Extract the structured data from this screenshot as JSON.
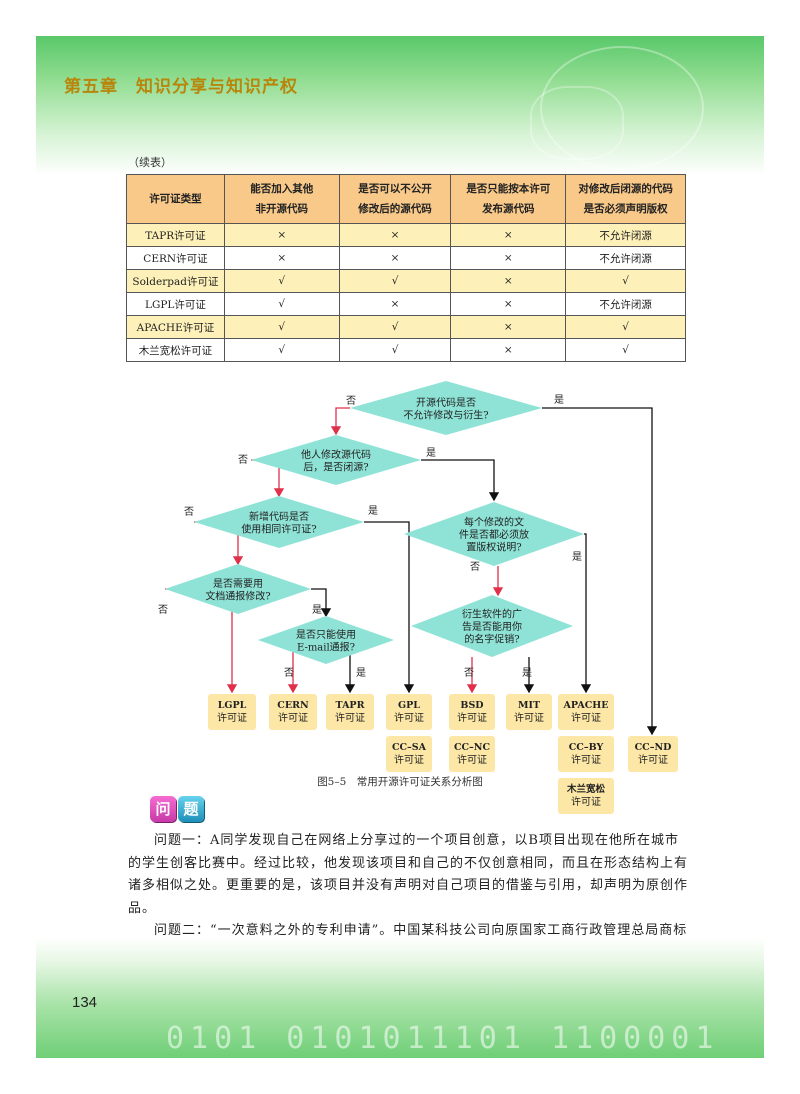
{
  "header": {
    "chapter_title": "第五章　知识分享与知识产权"
  },
  "continuation_label": "（续表）",
  "table": {
    "headers": [
      "许可证类型",
      "能否加入其他\n非开源代码",
      "是否可以不公开\n修改后的源代码",
      "是否只能按本许可\n发布源代码",
      "对修改后闭源的代码\n是否必须声明版权"
    ],
    "rows": [
      [
        "TAPR许可证",
        "×",
        "×",
        "×",
        "不允许闭源"
      ],
      [
        "CERN许可证",
        "×",
        "×",
        "×",
        "不允许闭源"
      ],
      [
        "Solderpad许可证",
        "√",
        "√",
        "×",
        "√"
      ],
      [
        "LGPL许可证",
        "√",
        "×",
        "×",
        "不允许闭源"
      ],
      [
        "APACHE许可证",
        "√",
        "√",
        "×",
        "√"
      ],
      [
        "木兰宽松许可证",
        "√",
        "√",
        "×",
        "√"
      ]
    ]
  },
  "flowchart": {
    "decisions": {
      "d1": [
        "开源代码是否",
        "不允许修改与衍生?"
      ],
      "d2": [
        "他人修改源代码",
        "后，是否闭源?"
      ],
      "d3": [
        "新增代码是否",
        "使用相同许可证?"
      ],
      "d4": [
        "每个修改的文",
        "件是否都必须放",
        "置版权说明?"
      ],
      "d5": [
        "是否需要用",
        "文档通报修改?"
      ],
      "d6": [
        "是否只能使用",
        "E-mail通报?"
      ],
      "d7": [
        "衍生软件的广",
        "告是否能用你",
        "的名字促销?"
      ]
    },
    "yes": "是",
    "no": "否",
    "licenses": {
      "lgpl": [
        "LGPL",
        "许可证"
      ],
      "cern": [
        "CERN",
        "许可证"
      ],
      "tapr": [
        "TAPR",
        "许可证"
      ],
      "gpl": [
        "GPL",
        "许可证"
      ],
      "ccsa": [
        "CC–SA",
        "许可证"
      ],
      "bsd": [
        "BSD",
        "许可证"
      ],
      "ccnc": [
        "CC–NC",
        "许可证"
      ],
      "mit": [
        "MIT",
        "许可证"
      ],
      "apache": [
        "APACHE",
        "许可证"
      ],
      "ccby": [
        "CC–BY",
        "许可证"
      ],
      "mulan": [
        "木兰宽松",
        "许可证"
      ],
      "ccnd": [
        "CC–ND",
        "许可证"
      ]
    }
  },
  "figure_caption": "图5–5　常用开源许可证关系分析图",
  "question_badge": [
    "问",
    "题"
  ],
  "paragraphs": [
    "问题一：A同学发现自己在网络上分享过的一个项目创意，以B项目出现在他所在城市的学生创客比赛中。经过比较，他发现该项目和自己的不仅创意相同，而且在形态结构上有诸多相似之处。更重要的是，该项目并没有声明对自己项目的借鉴与引用，却声明为原创作品。",
    "问题二：“一次意料之外的专利申请”。中国某科技公司向原国家工商行政管理总局商标局申请，将“ARDUINO”“MAKEBLOCK”“ARDUBLOCK”等开源硬件、软件品牌名称注册为自有商标。"
  ],
  "page_number": "134",
  "footer_binary": "0101  0101011101  1100001"
}
